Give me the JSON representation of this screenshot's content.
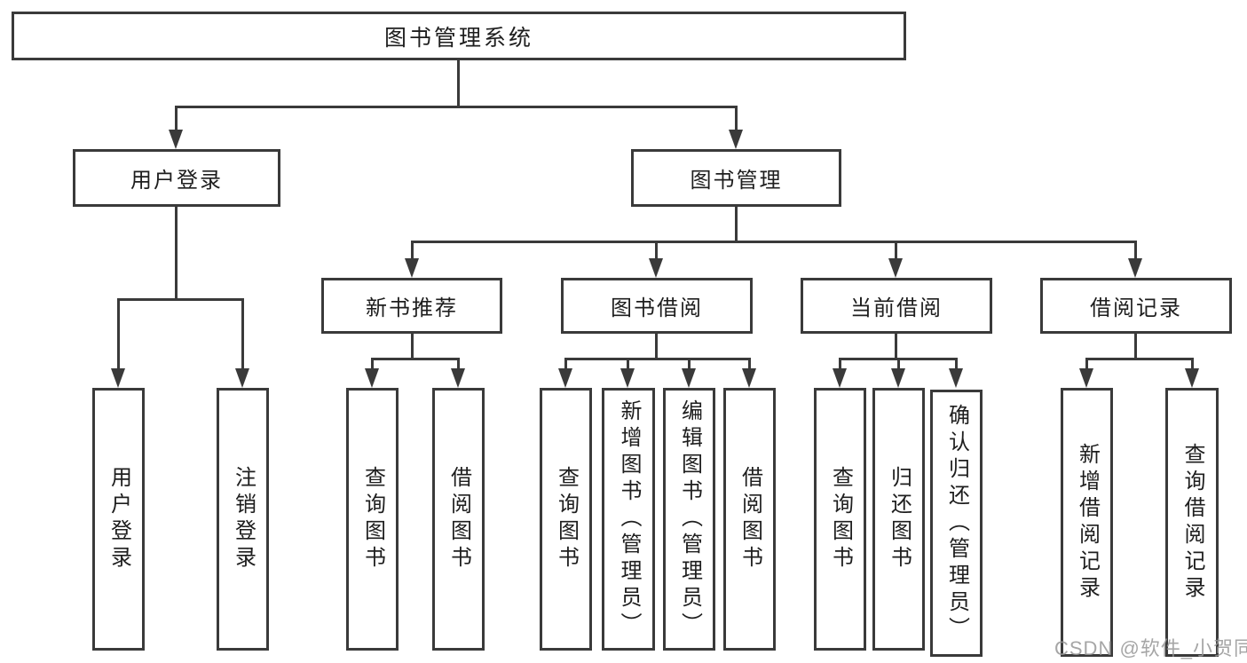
{
  "diagram_title": "图书管理系统",
  "nodes": {
    "root": "图书管理系统",
    "user_login": "用户登录",
    "book_mgmt": "图书管理",
    "new_book_rec": "新书推荐",
    "book_borrow": "图书借阅",
    "current_borrow": "当前借阅",
    "borrow_records": "借阅记录",
    "ul_user_login": "用户登录",
    "ul_logout": "注销登录",
    "nb_query": "查询图书",
    "nb_borrow": "借阅图书",
    "bb_query": "查询图书",
    "bb_add": "新增图书（管理员）",
    "bb_edit": "编辑图书（管理员）",
    "bb_borrow": "借阅图书",
    "cb_query": "查询图书",
    "cb_return": "归还图书",
    "cb_confirm": "确认归还（管理员）",
    "br_add": "新增借阅记录",
    "br_query": "查询借阅记录"
  },
  "hierarchy": {
    "图书管理系统": [
      "用户登录",
      "图书管理"
    ],
    "用户登录": [
      "用户登录",
      "注销登录"
    ],
    "图书管理": [
      "新书推荐",
      "图书借阅",
      "当前借阅",
      "借阅记录"
    ],
    "新书推荐": [
      "查询图书",
      "借阅图书"
    ],
    "图书借阅": [
      "查询图书",
      "新增图书（管理员）",
      "编辑图书（管理员）",
      "借阅图书"
    ],
    "当前借阅": [
      "查询图书",
      "归还图书",
      "确认归还（管理员）"
    ],
    "借阅记录": [
      "新增借阅记录",
      "查询借阅记录"
    ]
  },
  "colors": {
    "line": "#3a3a3a",
    "text": "#1e1e1e",
    "background": "#ffffff",
    "watermark": "#969696"
  },
  "watermark": "CSDN @软件_小贺同学"
}
